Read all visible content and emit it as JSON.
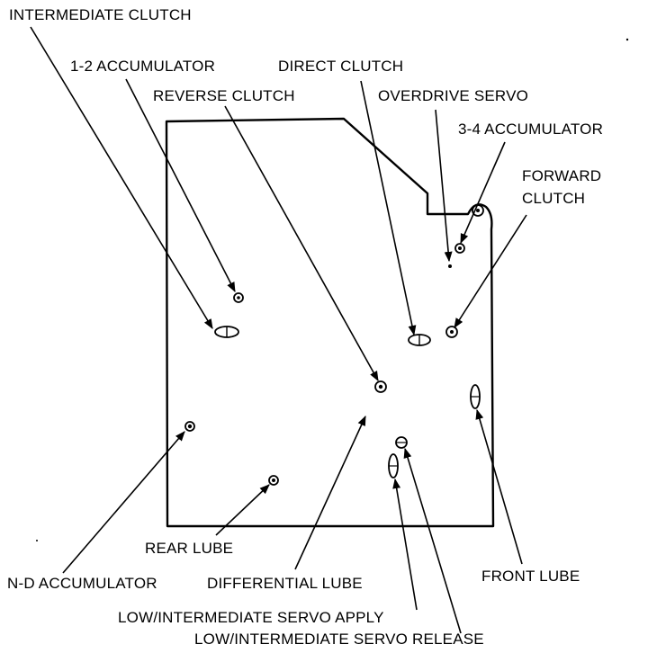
{
  "labels": {
    "intermediate_clutch": "INTERMEDIATE CLUTCH",
    "accumulator_1_2": "1-2 ACCUMULATOR",
    "direct_clutch": "DIRECT CLUTCH",
    "reverse_clutch": "REVERSE CLUTCH",
    "overdrive_servo": "OVERDRIVE SERVO",
    "accumulator_3_4": "3-4 ACCUMULATOR",
    "forward_clutch_1": "FORWARD",
    "forward_clutch_2": "CLUTCH",
    "rear_lube": "REAR LUBE",
    "n_d_accumulator": "N-D ACCUMULATOR",
    "differential_lube": "DIFFERENTIAL LUBE",
    "front_lube": "FRONT LUBE",
    "low_int_servo_apply": "LOW/INTERMEDIATE SERVO APPLY",
    "low_int_servo_release": "LOW/INTERMEDIATE SERVO RELEASE"
  }
}
